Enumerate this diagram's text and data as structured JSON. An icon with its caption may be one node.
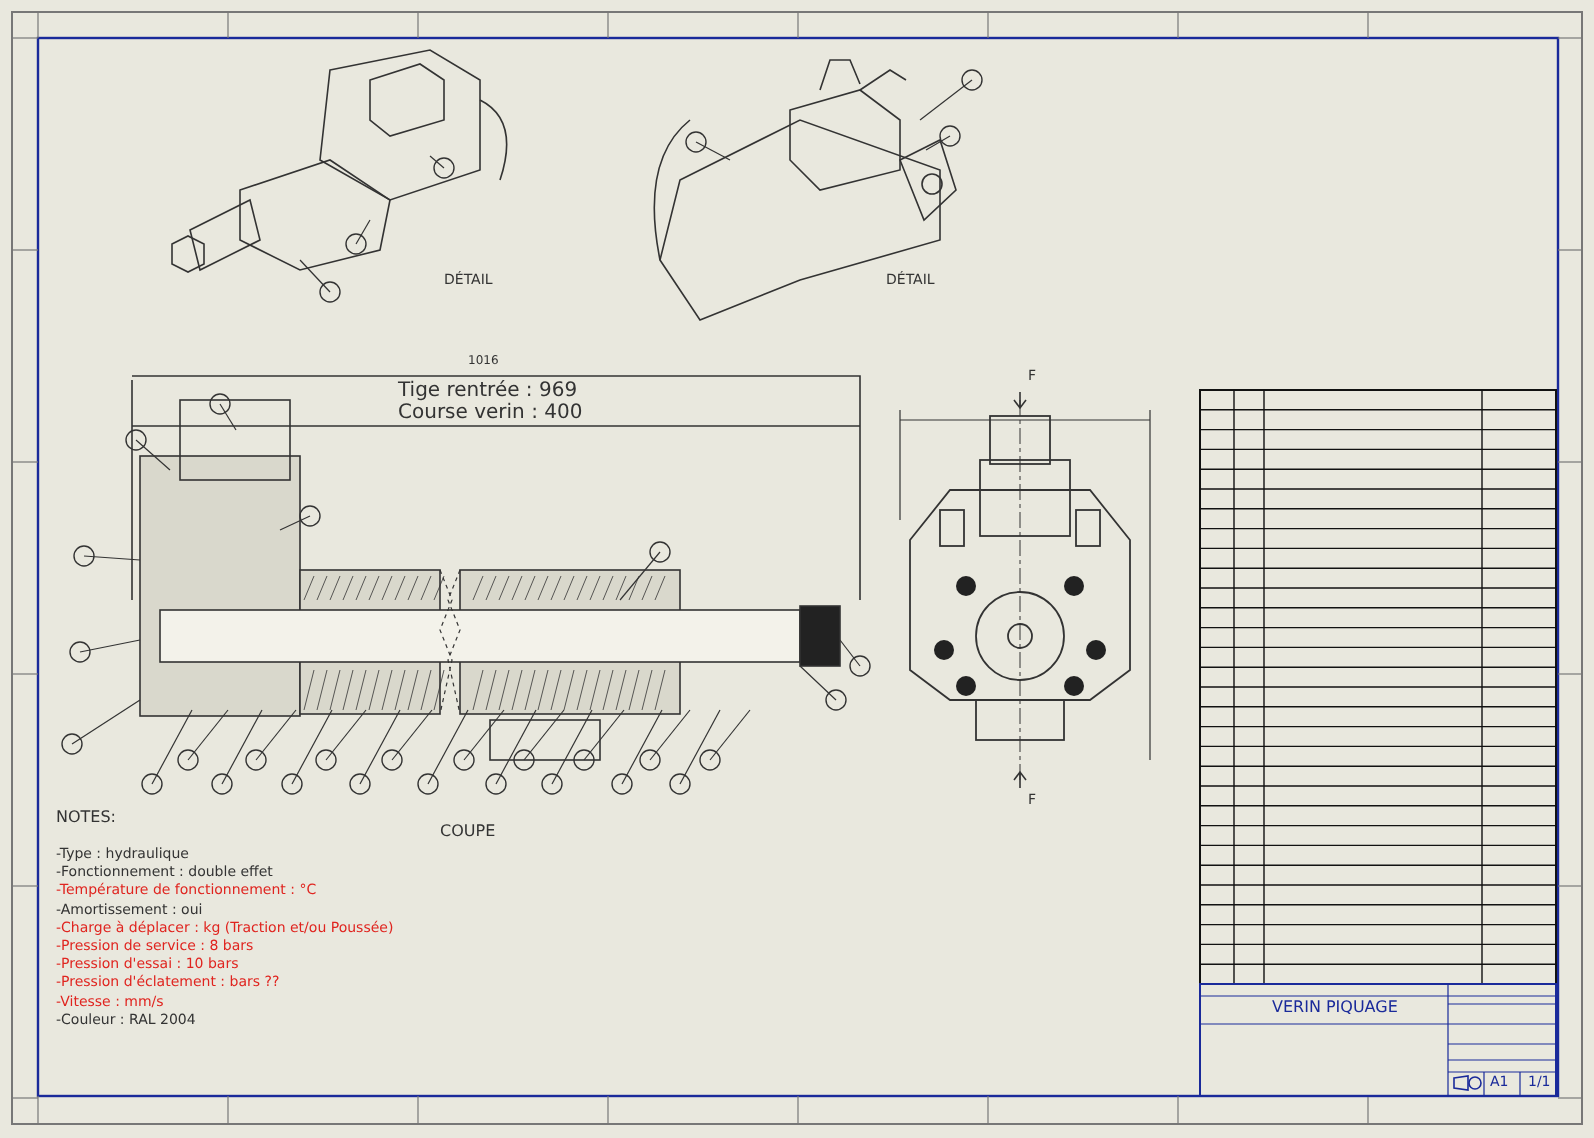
{
  "diagram": {
    "labels": [
      "DÉTAIL",
      "DÉTAIL",
      "1016",
      "Tige rentrée : 969",
      "Course verin : 400",
      "F",
      "F",
      "COUPE",
      "NOTES:",
      "-Type : hydraulique",
      "-Fonctionnement : double effet",
      "-Température de fonctionnement : °C",
      "-Amortissement : oui",
      "-Charge à déplacer : kg (Traction et/ou Poussée)",
      "-Pression de service : 8 bars",
      "-Pression d'essai : 10 bars",
      "-Pression d'éclatement : bars ??",
      "-Vitesse : mm/s",
      "-Couleur : RAL 2004",
      "VERIN PIQUAGE",
      "A1",
      "1/1"
    ]
  }
}
